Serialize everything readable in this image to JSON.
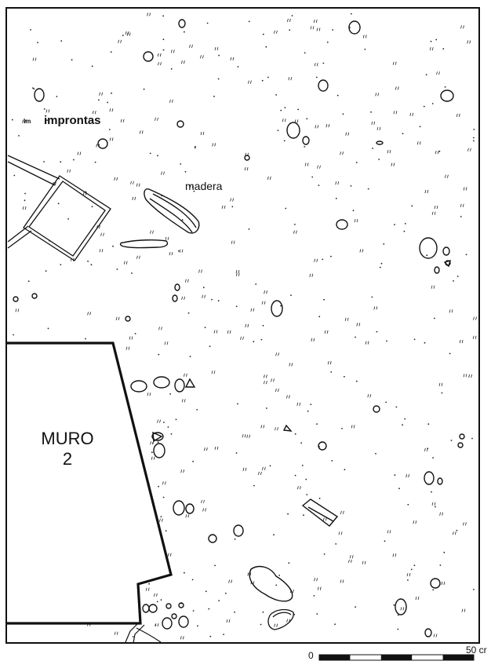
{
  "labels": {
    "improntas": "improntas",
    "improntas_marker": "Im",
    "madera": "madera",
    "wall_name": "MURO",
    "wall_number": "2"
  },
  "scale_bar": {
    "start_label": "0",
    "end_label": "50 cr",
    "segments": 5
  },
  "colors": {
    "ink": "#111111",
    "paper": "#ffffff"
  }
}
